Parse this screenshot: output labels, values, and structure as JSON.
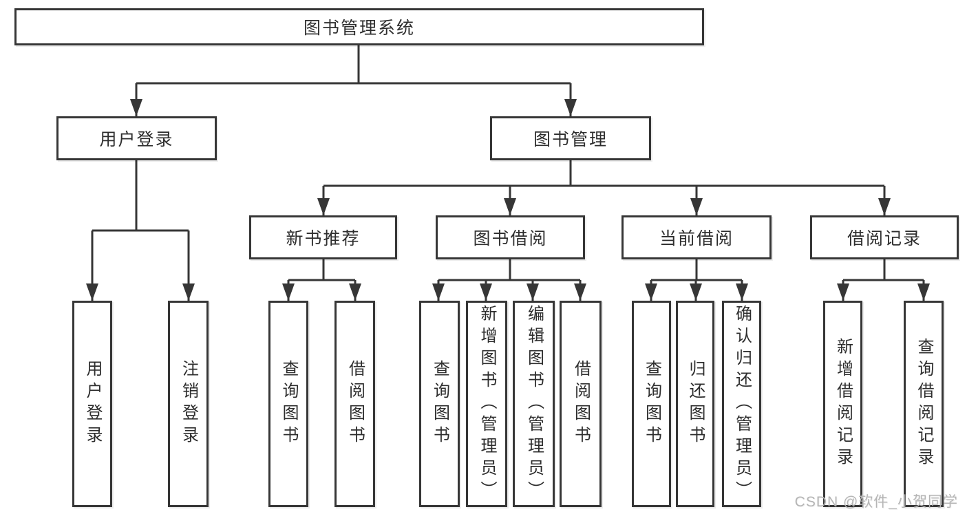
{
  "diagram": {
    "type": "hierarchy-tree",
    "title": "图书管理系统",
    "colors": {
      "line": "#363636",
      "text": "#2e2e2e",
      "watermark": "#b5b5b5",
      "background": "#ffffff"
    },
    "nodes": [
      {
        "id": "root",
        "label": "图书管理系统",
        "level": 1,
        "orientation": "horizontal"
      },
      {
        "id": "login",
        "label": "用户登录",
        "level": 2,
        "orientation": "horizontal"
      },
      {
        "id": "mgmt",
        "label": "图书管理",
        "level": 2,
        "orientation": "horizontal"
      },
      {
        "id": "newbook",
        "label": "新书推荐",
        "level": 3,
        "orientation": "horizontal"
      },
      {
        "id": "borrow",
        "label": "图书借阅",
        "level": 3,
        "orientation": "horizontal"
      },
      {
        "id": "current",
        "label": "当前借阅",
        "level": 3,
        "orientation": "horizontal"
      },
      {
        "id": "records",
        "label": "借阅记录",
        "level": 3,
        "orientation": "horizontal"
      },
      {
        "id": "login-user",
        "label": "用户登录",
        "level": 4,
        "orientation": "vertical"
      },
      {
        "id": "login-logout",
        "label": "注销登录",
        "level": 4,
        "orientation": "vertical"
      },
      {
        "id": "newbook-query",
        "label": "查询图书",
        "level": 4,
        "orientation": "vertical"
      },
      {
        "id": "newbook-borrow",
        "label": "借阅图书",
        "level": 4,
        "orientation": "vertical"
      },
      {
        "id": "borrow-query",
        "label": "查询图书",
        "level": 4,
        "orientation": "vertical"
      },
      {
        "id": "borrow-add",
        "label": "新增图书（管理员）",
        "level": 4,
        "orientation": "vertical"
      },
      {
        "id": "borrow-edit",
        "label": "编辑图书（管理员）",
        "level": 4,
        "orientation": "vertical"
      },
      {
        "id": "borrow-lend",
        "label": "借阅图书",
        "level": 4,
        "orientation": "vertical"
      },
      {
        "id": "current-query",
        "label": "查询图书",
        "level": 4,
        "orientation": "vertical"
      },
      {
        "id": "current-return",
        "label": "归还图书",
        "level": 4,
        "orientation": "vertical"
      },
      {
        "id": "current-confirm",
        "label": "确认归还（管理员）",
        "level": 4,
        "orientation": "vertical"
      },
      {
        "id": "records-add",
        "label": "新增借阅记录",
        "level": 4,
        "orientation": "vertical"
      },
      {
        "id": "records-query",
        "label": "查询借阅记录",
        "level": 4,
        "orientation": "vertical"
      }
    ],
    "edges": [
      {
        "from": "root",
        "to": [
          "login",
          "mgmt"
        ]
      },
      {
        "from": "login",
        "to": [
          "login-user",
          "login-logout"
        ]
      },
      {
        "from": "mgmt",
        "to": [
          "newbook",
          "borrow",
          "current",
          "records"
        ]
      },
      {
        "from": "newbook",
        "to": [
          "newbook-query",
          "newbook-borrow"
        ]
      },
      {
        "from": "borrow",
        "to": [
          "borrow-query",
          "borrow-add",
          "borrow-edit",
          "borrow-lend"
        ]
      },
      {
        "from": "current",
        "to": [
          "current-query",
          "current-return",
          "current-confirm"
        ]
      },
      {
        "from": "records",
        "to": [
          "records-add",
          "records-query"
        ]
      }
    ],
    "watermark": "CSDN @软件_小贺同学"
  }
}
